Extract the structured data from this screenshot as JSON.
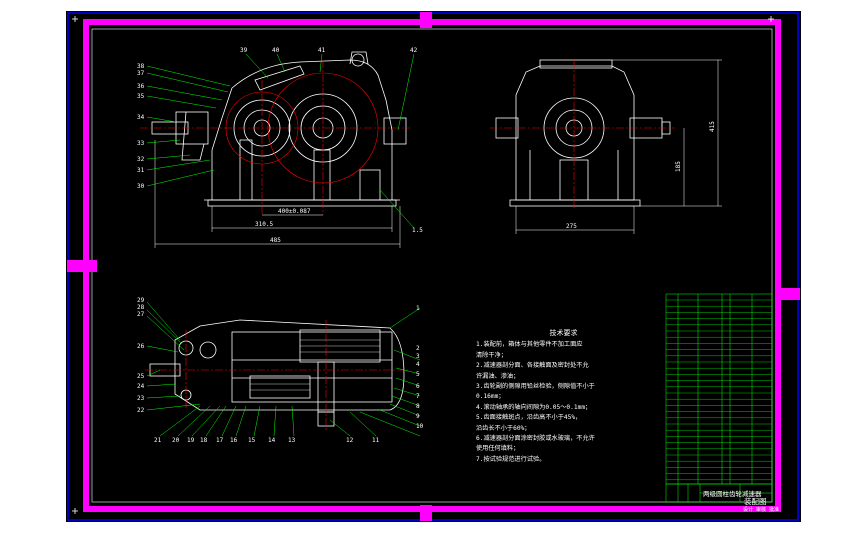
{
  "colors": {
    "background": "#ffffff",
    "paper": "#000000",
    "frame_outer": "#0000ff",
    "frame_inner": "#ff00ff",
    "outline": "#ffffff",
    "center_line": "#ff0000",
    "leader": "#00ff00",
    "dimension": "#ffffff",
    "table": "#00ff00"
  },
  "front_view": {
    "labels_top": [
      "39",
      "40",
      "41",
      "42"
    ],
    "labels_left": [
      "38",
      "37",
      "36",
      "35",
      "34",
      "33",
      "32",
      "31",
      "30"
    ],
    "dimensions": [
      "400±0.087",
      "310.5",
      "485"
    ],
    "label_right": "1.5"
  },
  "side_view": {
    "dimensions": [
      "275",
      "185",
      "415"
    ]
  },
  "top_view": {
    "labels_left": [
      "29",
      "28",
      "27",
      "26",
      "25",
      "24",
      "23",
      "22"
    ],
    "labels_bottom": [
      "21",
      "20",
      "19",
      "18",
      "17",
      "16",
      "15",
      "14",
      "13",
      "12",
      "11"
    ],
    "labels_right": [
      "1",
      "2",
      "3",
      "4",
      "5",
      "6",
      "7",
      "8",
      "9",
      "10"
    ]
  },
  "technical_notes": {
    "title": "技术要求",
    "items": [
      "1.装配前，箱体与其他零件不加工面应",
      "清除干净；",
      "2.减速器剖分面、各接触面及密封处不允",
      "许漏油、渗油；",
      "3.齿轮副的侧隙用铅丝检验，侧隙值不小于",
      "0.16mm；",
      "4.滚动轴承的轴向间隙为0.05～0.1mm；",
      "5.齿面接触斑点，沿齿高不小于45%，",
      "沿齿长不小于60%；",
      "6.减速器剖分面涂密封胶或水玻璃，不允许",
      "使用任何填料；",
      "7.按试验规范进行试验。"
    ]
  },
  "title_block": {
    "title": "两级圆柱齿轮减速器",
    "drawing_name": "装配图",
    "subtitle": "设计  审核  批准"
  }
}
